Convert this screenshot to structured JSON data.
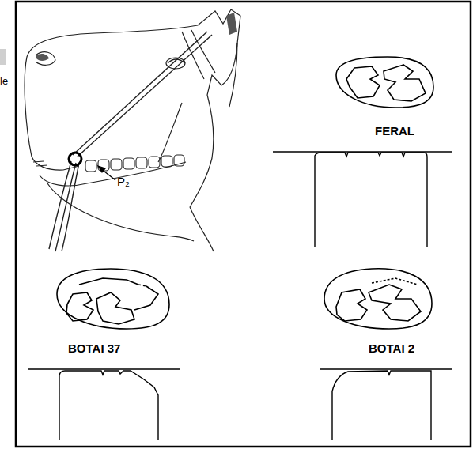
{
  "diagram": {
    "labels": [
      "le",
      "P₂",
      "FERAL",
      "BOTAI 37",
      "BOTAI 2"
    ]
  }
}
